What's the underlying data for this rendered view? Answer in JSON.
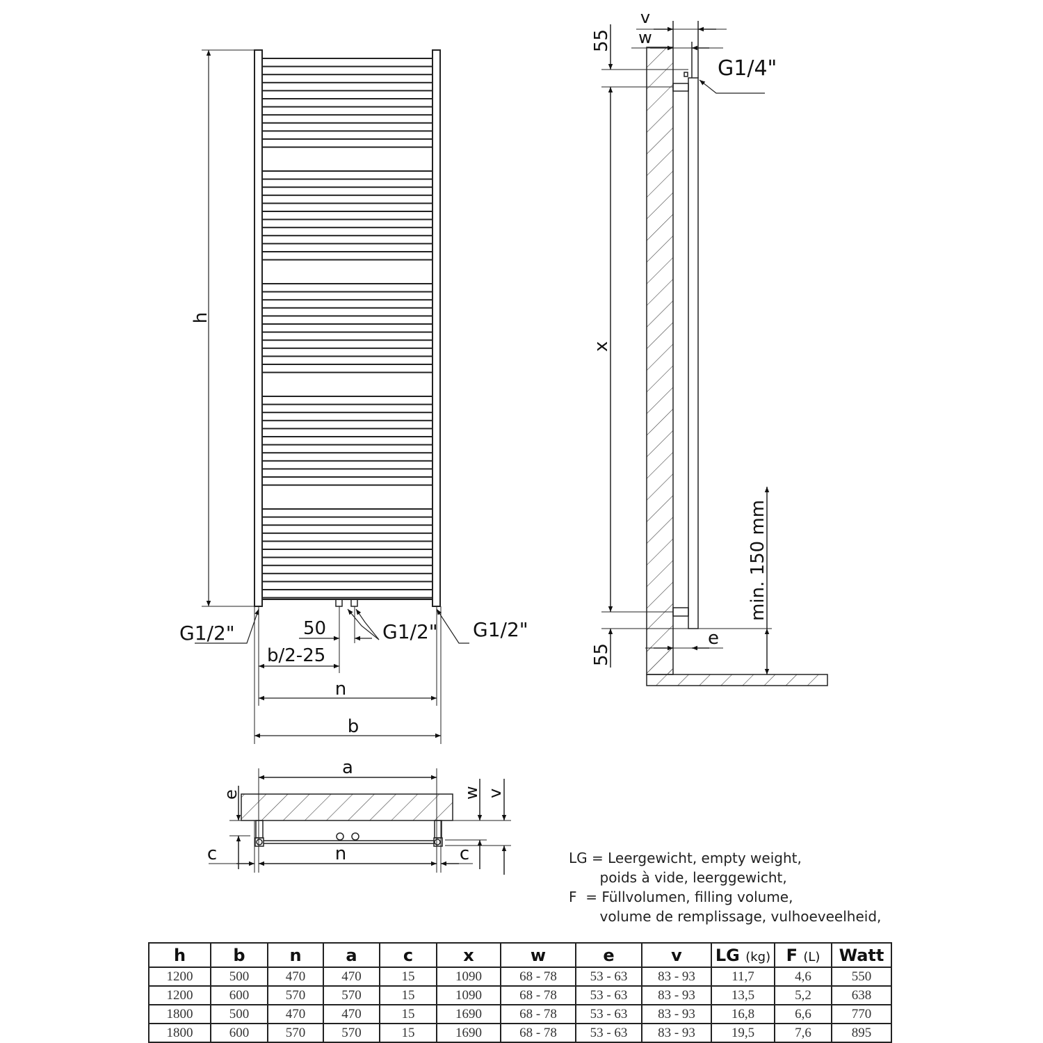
{
  "front_view": {
    "label_h": "h",
    "label_b": "b",
    "label_n": "n",
    "label_b2": "b/2-25",
    "label_50": "50",
    "connection_left": "G1/2\"",
    "connection_middle": "G1/2\"",
    "connection_right": "G1/2\""
  },
  "side_view": {
    "label_v": "v",
    "label_w": "w",
    "label_top_55": "55",
    "label_bottom_55": "55",
    "label_x": "x",
    "label_e": "e",
    "label_min": "min. 150 mm",
    "connection_vent": "G1/4\""
  },
  "plan_view": {
    "label_a": "a",
    "label_e": "e",
    "label_w": "w",
    "label_v": "v",
    "label_n": "n",
    "label_c_left": "c",
    "label_c_right": "c"
  },
  "legend": [
    "LG = Leergewicht, empty weight,",
    "       poids à vide, leerggewicht,",
    "F  = Füllvolumen, filling volume,",
    "       volume de remplissage, vulhoeveelheid,"
  ],
  "table": {
    "headers": [
      {
        "main": "h",
        "unit": ""
      },
      {
        "main": "b",
        "unit": ""
      },
      {
        "main": "n",
        "unit": ""
      },
      {
        "main": "a",
        "unit": ""
      },
      {
        "main": "c",
        "unit": ""
      },
      {
        "main": "x",
        "unit": ""
      },
      {
        "main": "w",
        "unit": ""
      },
      {
        "main": "e",
        "unit": ""
      },
      {
        "main": "v",
        "unit": ""
      },
      {
        "main": "LG",
        "unit": "(kg)"
      },
      {
        "main": "F",
        "unit": "(L)"
      },
      {
        "main": "Watt",
        "unit": ""
      }
    ],
    "rows": [
      [
        "1200",
        "500",
        "470",
        "470",
        "15",
        "1090",
        "68 - 78",
        "53 - 63",
        "83 - 93",
        "11,7",
        "4,6",
        "550"
      ],
      [
        "1200",
        "600",
        "570",
        "570",
        "15",
        "1090",
        "68 - 78",
        "53 - 63",
        "83 - 93",
        "13,5",
        "5,2",
        "638"
      ],
      [
        "1800",
        "500",
        "470",
        "470",
        "15",
        "1690",
        "68 - 78",
        "53 - 63",
        "83 - 93",
        "16,8",
        "6,6",
        "770"
      ],
      [
        "1800",
        "600",
        "570",
        "570",
        "15",
        "1690",
        "68 - 78",
        "53 - 63",
        "83 - 93",
        "19,5",
        "7,6",
        "895"
      ]
    ]
  }
}
